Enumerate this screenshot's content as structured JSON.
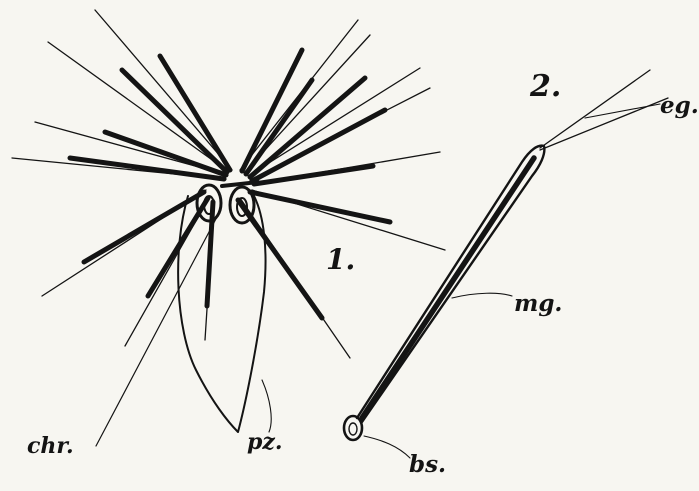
{
  "labels": {
    "fig1": "1.",
    "fig2": "2.",
    "eg": "eg.",
    "mg": "mg.",
    "chr": "chr.",
    "pz": "pz.",
    "bs": "bs."
  },
  "colors": {
    "ink": "#141414",
    "paper": "#f7f6f1"
  }
}
